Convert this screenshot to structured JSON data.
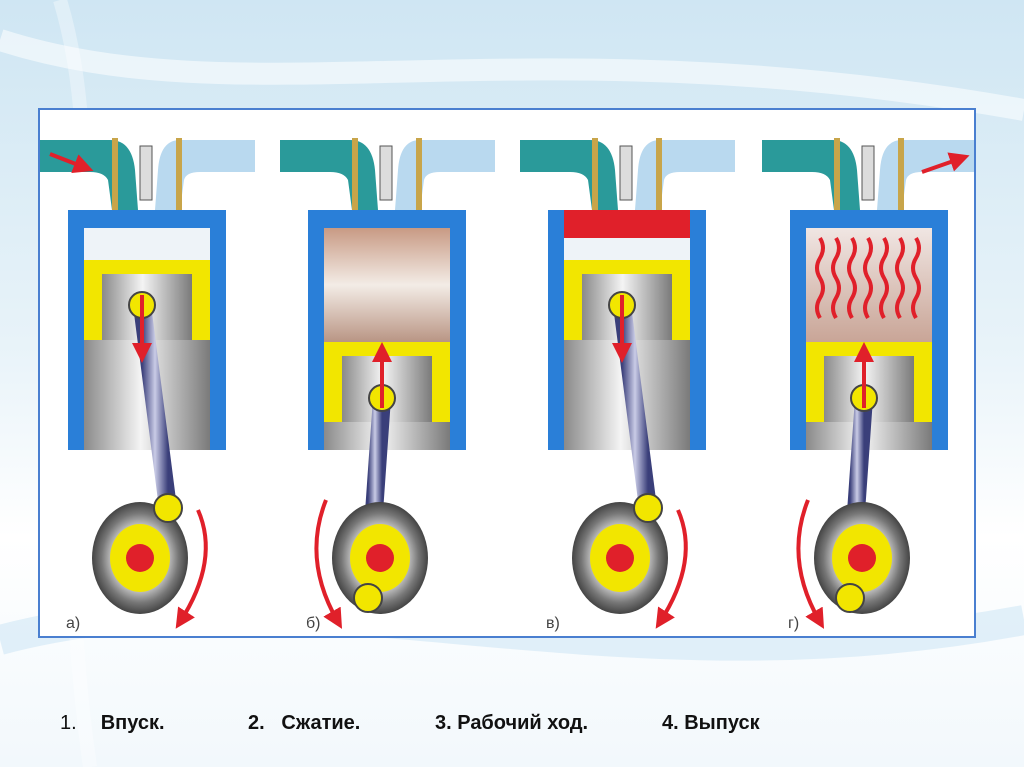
{
  "panels": [
    {
      "letter": "а)",
      "stage": "intake"
    },
    {
      "letter": "б)",
      "stage": "compression"
    },
    {
      "letter": "в)",
      "stage": "power"
    },
    {
      "letter": "г)",
      "stage": "exhaust"
    }
  ],
  "captions": [
    {
      "num": "1.",
      "label": "Впуск."
    },
    {
      "num": "2.",
      "label": "Сжатие."
    },
    {
      "num": "",
      "label": "3. Рабочий ход."
    },
    {
      "num": "",
      "label": "4. Выпуск"
    }
  ],
  "colors": {
    "intake_pipe": "#2a9a9a",
    "exhaust_pipe": "#b9d9ef",
    "cylinder_wall": "#2a7fd8",
    "piston_yellow": "#f2e600",
    "crank_red": "#e0202a",
    "arrow_red": "#e0202a",
    "frame_border": "#4a7fd0"
  }
}
